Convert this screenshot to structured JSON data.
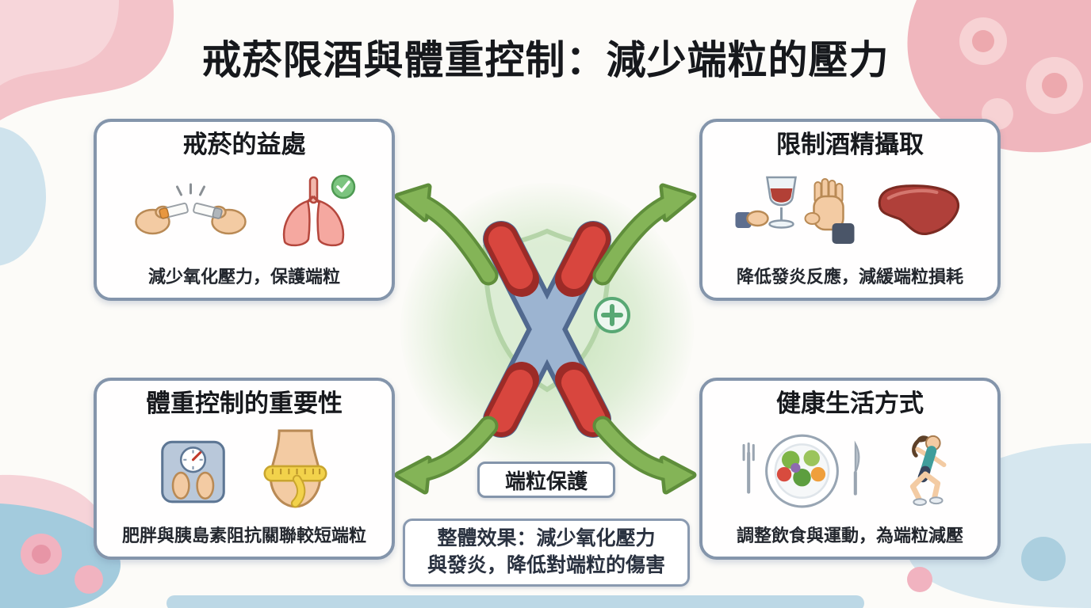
{
  "title": "戒菸限酒與體重控制：減少端粒的壓力",
  "cards": {
    "quit_smoking": {
      "title": "戒菸的益處",
      "caption": "減少氧化壓力，保護端粒",
      "icons": [
        "broken-cigarette-icon",
        "healthy-lungs-check-icon"
      ]
    },
    "limit_alcohol": {
      "title": "限制酒精攝取",
      "caption": "降低發炎反應，減緩端粒損耗",
      "icons": [
        "refuse-wine-icon",
        "liver-icon"
      ]
    },
    "weight_control": {
      "title": "體重控制的重要性",
      "caption": "肥胖與胰島素阻抗關聯較短端粒",
      "icons": [
        "body-scale-icon",
        "waist-measuring-tape-icon"
      ]
    },
    "healthy_lifestyle": {
      "title": "健康生活方式",
      "caption": "調整飲食與運動，為端粒減壓",
      "icons": [
        "healthy-meal-plate-icon",
        "running-woman-icon"
      ]
    }
  },
  "center": {
    "badge_label": "端粒保護",
    "summary_line1": "整體效果：減少氧化壓力",
    "summary_line2": "與發炎，降低對端粒的傷害",
    "icons": [
      "chromosome-icon",
      "shield-icon",
      "plus-badge-icon"
    ]
  },
  "colors": {
    "arrow_green": "#84b457",
    "arrow_outline_green": "#5f8e3b",
    "shield_green": "#ddeed6",
    "glow_green": "#96cd82",
    "chromosome_body_blue": "#9cb4d1",
    "chromosome_tip_red": "#d8463e",
    "card_border_gray_blue": "#8495ab",
    "background": "#fcfbf8",
    "blob_pink": "#f2bcc2",
    "blob_blue": "#c8dfec",
    "title_text": "#16181c"
  }
}
